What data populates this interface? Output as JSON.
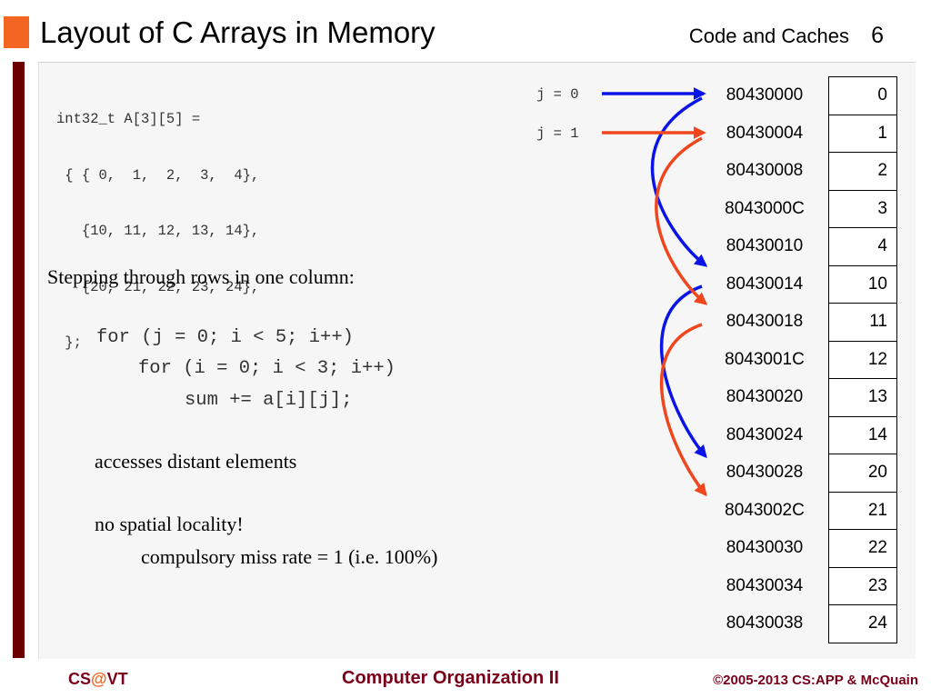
{
  "header": {
    "title": "Layout of C Arrays in Memory",
    "section": "Code and Caches",
    "slide_number": "6"
  },
  "declaration": [
    "int32_t A[3][5] =",
    " { { 0,  1,  2,  3,  4},",
    "   {10, 11, 12, 13, 14},",
    "   {20, 21, 22, 23, 24},",
    " };"
  ],
  "body": {
    "intro": "Stepping through rows in one column:",
    "code": [
      "for (j = 0; i < 5; i++)",
      "for (i = 0; i < 3; i++)",
      "sum += a[i][j];"
    ],
    "note_distant": "accesses distant elements",
    "note_locality": "no spatial locality!",
    "note_missrate": "compulsory miss rate = 1 (i.e. 100%)"
  },
  "labels": {
    "j0": "j = 0",
    "j1": "j = 1"
  },
  "colors": {
    "j0_arrow": "#0a14e6",
    "j1_arrow": "#f0461e",
    "accent": "#f26522",
    "maroon": "#6b0000"
  },
  "memory": [
    {
      "addr": "80430000",
      "val": "0"
    },
    {
      "addr": "80430004",
      "val": "1"
    },
    {
      "addr": "80430008",
      "val": "2"
    },
    {
      "addr": "8043000C",
      "val": "3"
    },
    {
      "addr": "80430010",
      "val": "4"
    },
    {
      "addr": "80430014",
      "val": "10"
    },
    {
      "addr": "80430018",
      "val": "11"
    },
    {
      "addr": "8043001C",
      "val": "12"
    },
    {
      "addr": "80430020",
      "val": "13"
    },
    {
      "addr": "80430024",
      "val": "14"
    },
    {
      "addr": "80430028",
      "val": "20"
    },
    {
      "addr": "8043002C",
      "val": "21"
    },
    {
      "addr": "80430030",
      "val": "22"
    },
    {
      "addr": "80430034",
      "val": "23"
    },
    {
      "addr": "80430038",
      "val": "24"
    }
  ],
  "footer": {
    "left_prefix": "CS",
    "left_at": "@",
    "left_suffix": "VT",
    "center": "Computer Organization II",
    "right": "©2005-2013 CS:APP & McQuain"
  }
}
